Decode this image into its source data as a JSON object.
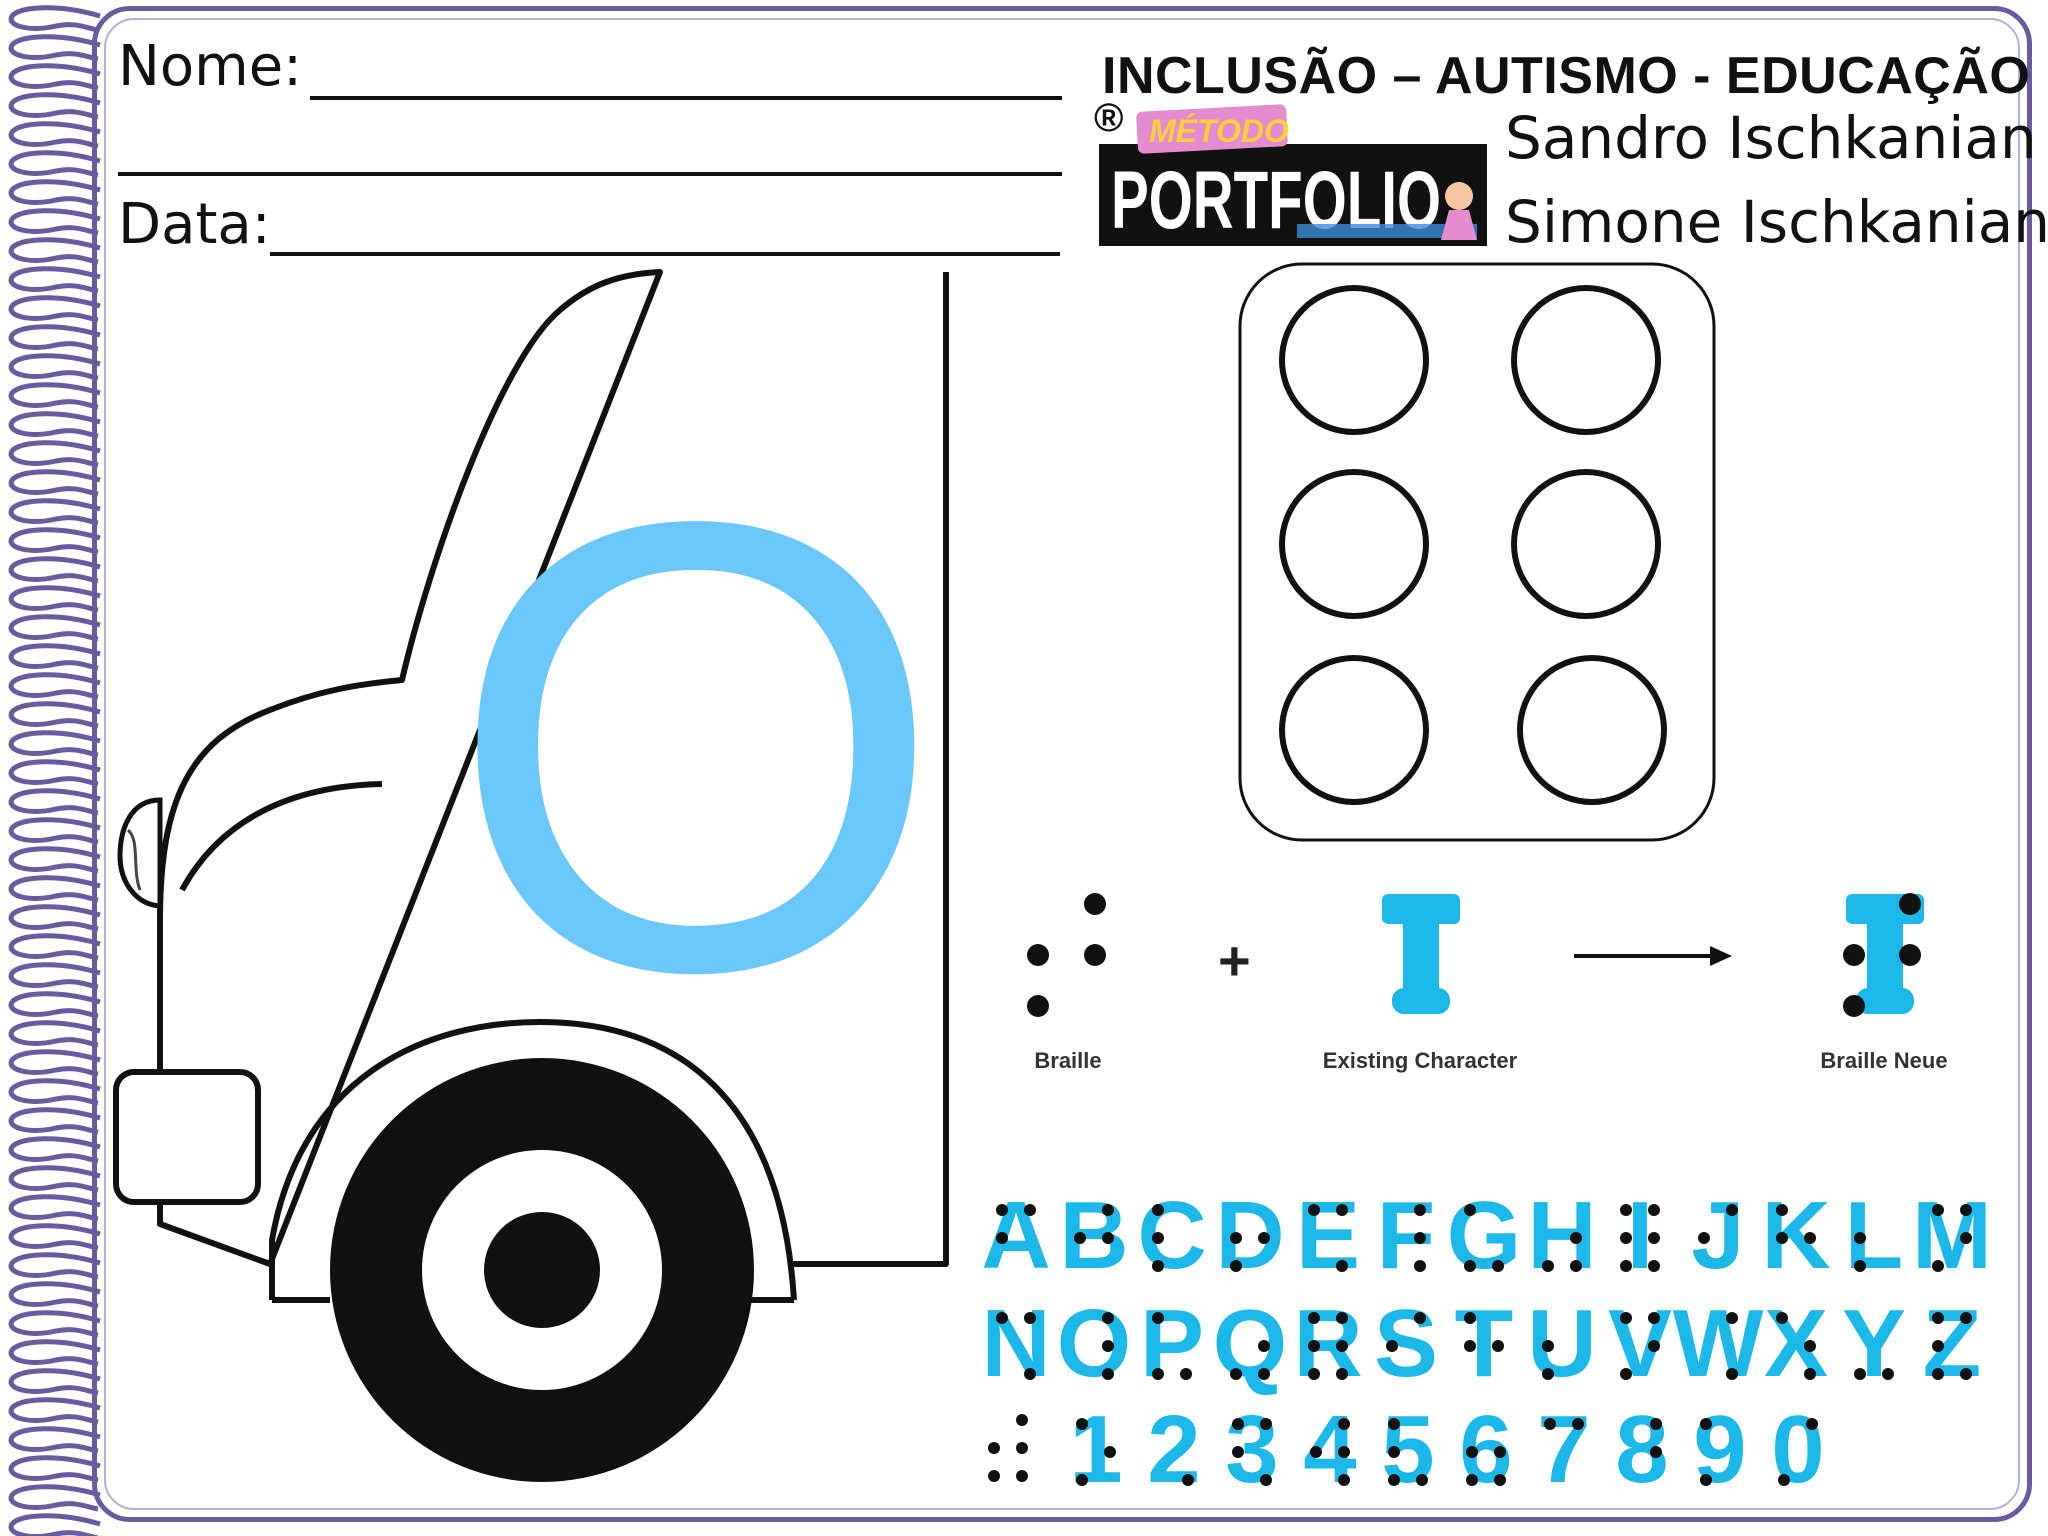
{
  "form": {
    "name_label": "Nome:",
    "date_label": "Data:"
  },
  "header": {
    "title": "INCLUSÃO – AUTISMO - EDUCAÇÃO",
    "registered": "®",
    "logo_top": "MÉTODO",
    "logo_main": "PORTFOLIO",
    "authors": [
      "Sandro Ischkanian",
      "Simone Ischkanian"
    ]
  },
  "worksheet": {
    "letter": "O",
    "letter_color": "#6cc8fa",
    "braille_cell_dots": 6
  },
  "diagram": {
    "captions": [
      "Braille",
      "Existing Character",
      "Braille Neue"
    ],
    "plus_symbol": "+",
    "accent": "#1cb8ea"
  },
  "alphabet": {
    "row1": [
      "A",
      "B",
      "C",
      "D",
      "E",
      "F",
      "G",
      "H",
      "I",
      "J",
      "K",
      "L",
      "M"
    ],
    "row2": [
      "N",
      "O",
      "P",
      "Q",
      "R",
      "S",
      "T",
      "U",
      "V",
      "W",
      "X",
      "Y",
      "Z"
    ],
    "row3": [
      "1",
      "2",
      "3",
      "4",
      "5",
      "6",
      "7",
      "8",
      "9",
      "0"
    ]
  },
  "colors": {
    "frame": "#6a5aa0",
    "letter": "#6cc8fa",
    "braille_neue": "#1cb8ea"
  }
}
